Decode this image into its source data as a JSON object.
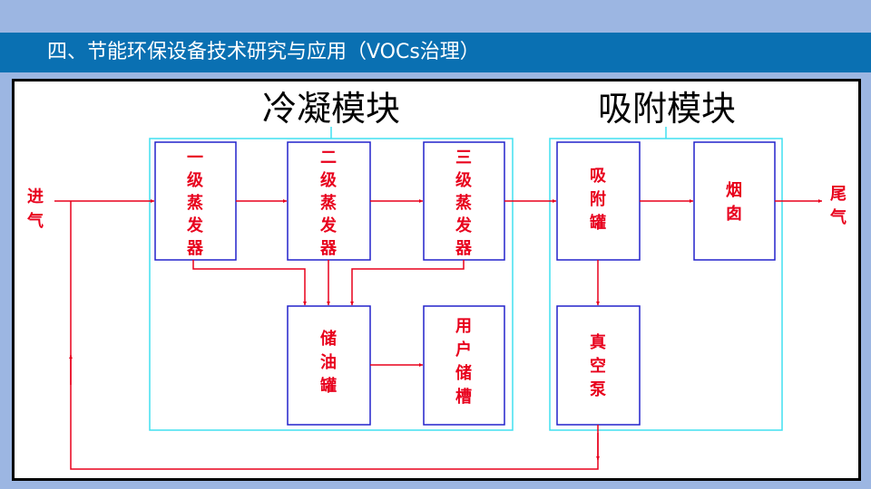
{
  "slide": {
    "title": "四、节能环保设备技术研究与应用（VOCs治理）"
  },
  "diagram": {
    "condensation_module": {
      "title": "冷凝模块"
    },
    "adsorption_module": {
      "title": "吸附模块"
    },
    "inlet": {
      "chars": [
        "进",
        "气"
      ]
    },
    "outlet": {
      "chars": [
        "尾",
        "气"
      ]
    },
    "nodes": {
      "evaporator1": [
        "一",
        "级",
        "蒸",
        "发",
        "器"
      ],
      "evaporator2": [
        "二",
        "级",
        "蒸",
        "发",
        "器"
      ],
      "evaporator3": [
        "三",
        "级",
        "蒸",
        "发",
        "器"
      ],
      "oil_tank": [
        "储",
        "油",
        "罐"
      ],
      "user_tank": [
        "用",
        "户",
        "储",
        "槽"
      ],
      "adsorber": [
        "吸",
        "附",
        "罐"
      ],
      "chimney": [
        "烟",
        "囱"
      ],
      "vacuum_pump": [
        "真",
        "空",
        "泵"
      ]
    },
    "colors": {
      "flow": "#e8001c",
      "box": "#2222cc",
      "module": "#40e0f0"
    }
  }
}
